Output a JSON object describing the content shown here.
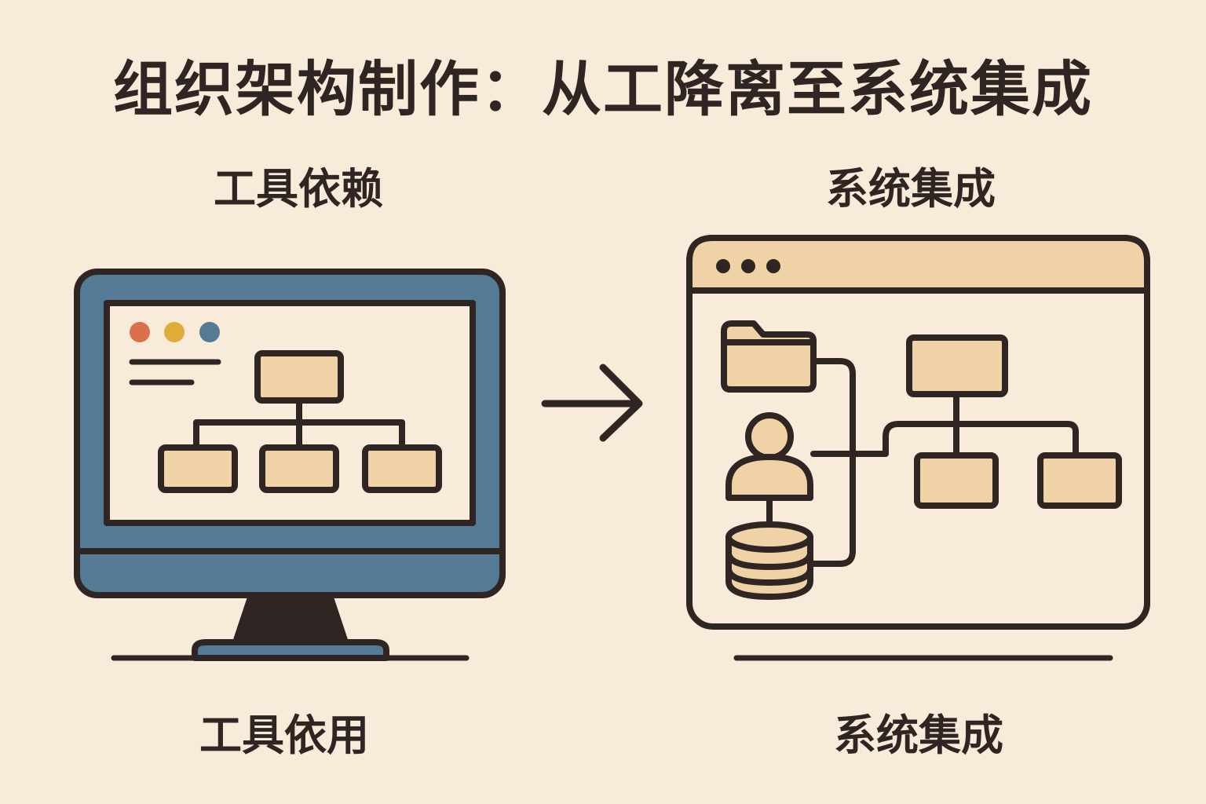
{
  "title": "组织架构制作：从工降离至系统集成",
  "left": {
    "top_label": "工具依赖",
    "bottom_label": "工具依用"
  },
  "right": {
    "top_label": "系统集成",
    "bottom_label": "系统集成"
  },
  "colors": {
    "background": "#f9ebd9",
    "outline": "#2f2623",
    "monitor_blue": "#557a95",
    "box_fill": "#efd3a7",
    "dot_red": "#d9704e",
    "dot_yellow": "#e0ad3c",
    "dot_blue": "#557a95"
  },
  "icons": [
    "monitor-icon",
    "arrow-right-icon",
    "browser-window-icon",
    "folder-icon",
    "user-icon",
    "database-icon",
    "org-chart-icon"
  ]
}
